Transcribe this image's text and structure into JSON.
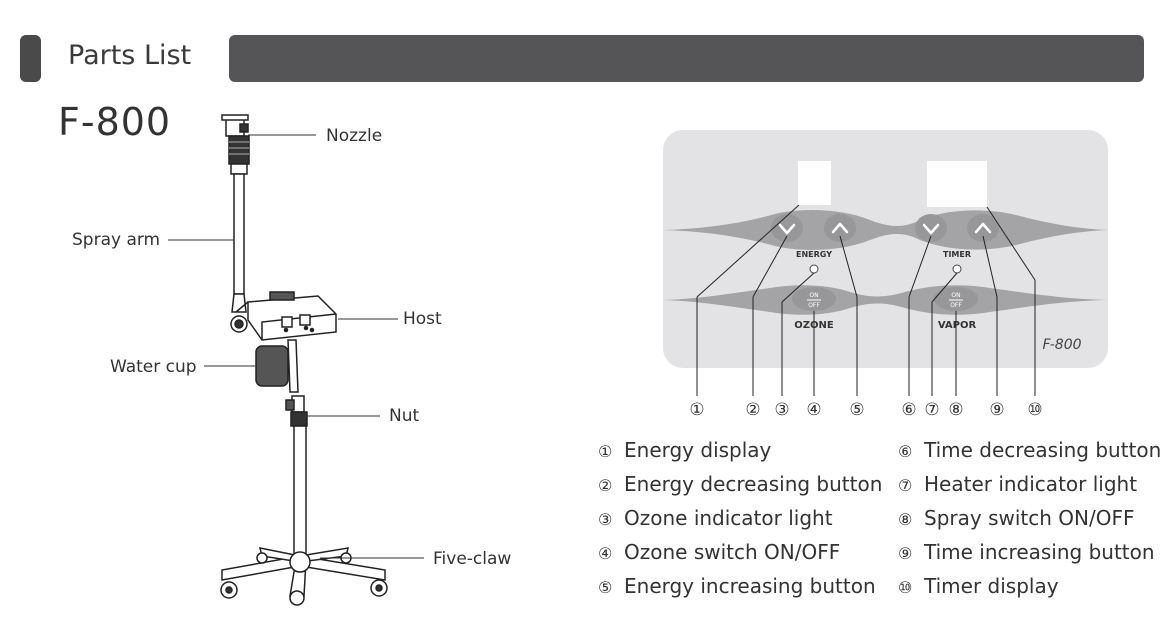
{
  "header": {
    "title": "Parts List"
  },
  "model": "F-800",
  "parts": {
    "nozzle": "Nozzle",
    "spray_arm": "Spray arm",
    "host": "Host",
    "water_cup": "Water cup",
    "nut": "Nut",
    "five_claw": "Five-claw"
  },
  "panel": {
    "energy_label": "ENERGY",
    "timer_label": "TIMER",
    "ozone_label": "OZONE",
    "vapor_label": "VAPOR",
    "on_label": "ON",
    "off_label": "OFF",
    "model_mark": "F-800"
  },
  "callouts": [
    "①",
    "②",
    "③",
    "④",
    "⑤",
    "⑥",
    "⑦",
    "⑧",
    "⑨",
    "⑩"
  ],
  "legend": {
    "left": [
      {
        "num": "①",
        "text": "Energy display"
      },
      {
        "num": "②",
        "text": "Energy decreasing button"
      },
      {
        "num": "③",
        "text": "Ozone indicator light"
      },
      {
        "num": "④",
        "text": "Ozone switch ON/OFF"
      },
      {
        "num": "⑤",
        "text": "Energy increasing button"
      }
    ],
    "right": [
      {
        "num": "⑥",
        "text": "Time decreasing button"
      },
      {
        "num": "⑦",
        "text": "Heater indicator light"
      },
      {
        "num": "⑧",
        "text": "Spray switch ON/OFF"
      },
      {
        "num": "⑨",
        "text": "Time increasing button"
      },
      {
        "num": "⑩",
        "text": "Timer display"
      }
    ]
  },
  "colors": {
    "header": "#555557",
    "panel": "#e4e4e6",
    "button": "#9a9a9c"
  }
}
